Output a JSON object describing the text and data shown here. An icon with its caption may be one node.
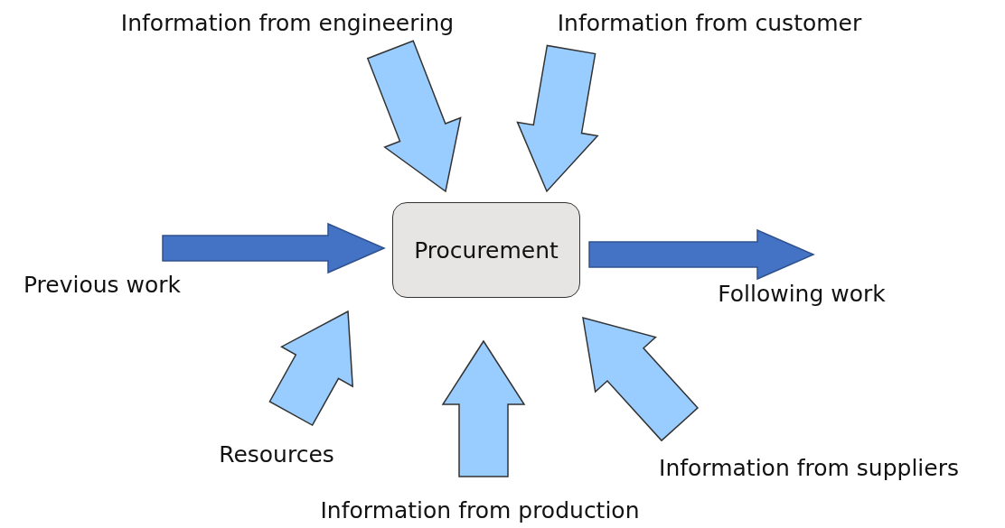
{
  "diagram": {
    "nodes": [
      {
        "text": [
          "Procurement"
        ]
      },
      {
        "text": [
          "Information from engineering"
        ]
      },
      {
        "text": [
          "Information from customer"
        ]
      },
      {
        "text": [
          "Previous work"
        ]
      },
      {
        "text": [
          "Following work"
        ]
      },
      {
        "text": [
          "Resources"
        ]
      },
      {
        "text": [
          "Information from production"
        ]
      },
      {
        "text": [
          "Information from suppliers"
        ]
      }
    ],
    "edges": [
      {
        "from": 1,
        "to": 0,
        "arrow": "to"
      },
      {
        "from": 2,
        "to": 0,
        "arrow": "to"
      },
      {
        "from": 3,
        "to": 0,
        "arrow": "to",
        "color": "#4472c4"
      },
      {
        "from": 5,
        "to": 0,
        "arrow": "to"
      },
      {
        "from": 6,
        "to": 0,
        "arrow": "to"
      },
      {
        "from": 7,
        "to": 0,
        "arrow": "to"
      },
      {
        "from": 0,
        "to": 4,
        "arrow": "to",
        "color": "#4472c4"
      }
    ]
  }
}
